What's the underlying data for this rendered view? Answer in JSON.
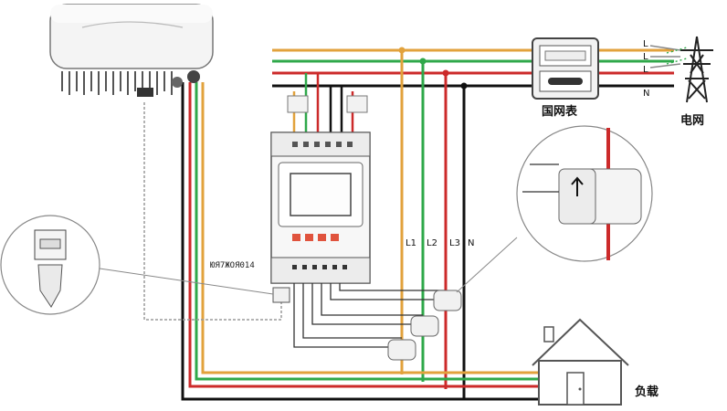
{
  "labels": {
    "grid_meter": "国网表",
    "grid": "电网",
    "load": "负载",
    "meter_model": "ЮЯ7ЖОЯ014",
    "line_l1": "L1",
    "line_l2": "L2",
    "line_l3": "L3",
    "line_n": "N",
    "bus_l1": "L",
    "bus_l2": "L",
    "bus_l3": "L",
    "bus_n": "N"
  },
  "colors": {
    "l1": "#e2a23c",
    "l2": "#2fa84a",
    "l3": "#cc2a2a",
    "n": "#111111",
    "comm": "#9a9a9a"
  },
  "icons": {
    "inverter": "solar-inverter-icon",
    "meter": "smart-meter-icon",
    "grid_meter": "utility-meter-icon",
    "tower": "transmission-tower-icon",
    "house": "house-icon",
    "rj45": "rj45-connector-icon",
    "ct": "current-transformer-icon"
  }
}
